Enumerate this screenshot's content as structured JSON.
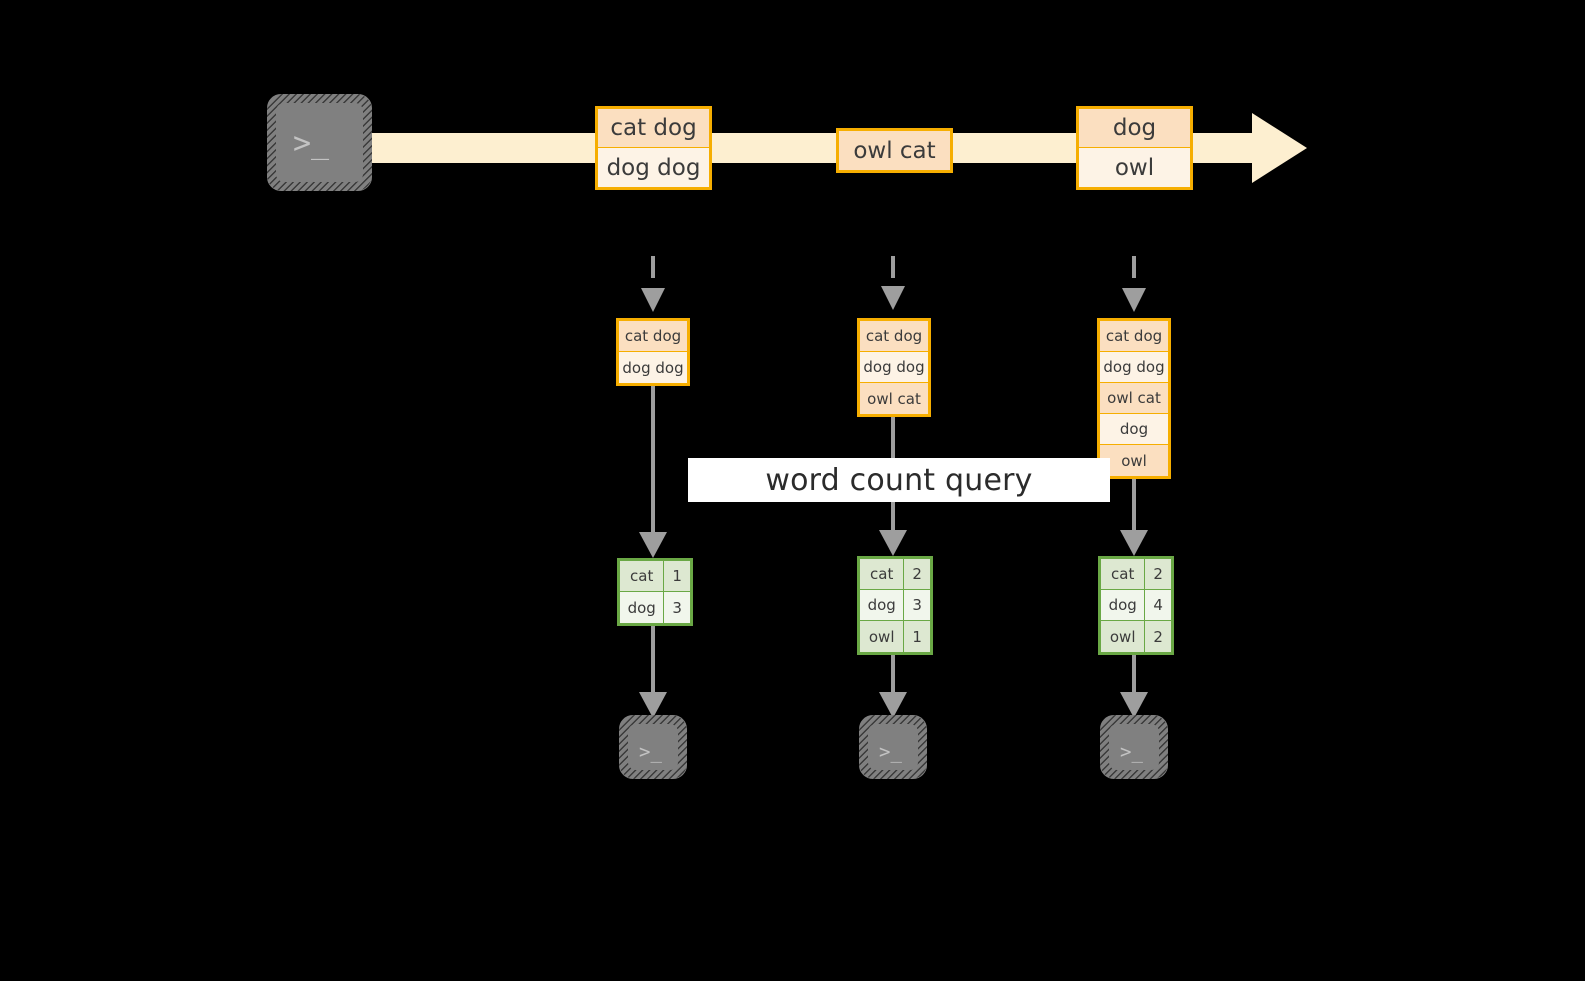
{
  "diagram": {
    "title_label": "word count query",
    "terminal_icon_glyph": ">_",
    "colors": {
      "stream_band": "#FDEFD0",
      "cell_border": "#F6AE00",
      "cell_fill_dark": "#FBDFC0",
      "cell_fill_light": "#FDF3E6",
      "result_border": "#6AA845",
      "result_fill_dark": "#DDE8D1",
      "result_fill_light": "#F1F6EC",
      "arrow_gray": "#9E9E9E",
      "terminal_gray": "#808080",
      "background": "#000000",
      "label_background": "#FFFFFF"
    }
  },
  "source": {
    "icon": "terminal-icon",
    "glyph": ">_"
  },
  "stream": {
    "events": [
      {
        "id": "event-group-1",
        "lines": [
          {
            "text": "cat dog",
            "shade": "dark"
          },
          {
            "text": "dog dog",
            "shade": "light"
          }
        ]
      },
      {
        "id": "event-group-2",
        "lines": [
          {
            "text": "owl cat",
            "shade": "dark"
          }
        ]
      },
      {
        "id": "event-group-3",
        "lines": [
          {
            "text": "dog",
            "shade": "dark"
          },
          {
            "text": "owl",
            "shade": "light"
          }
        ]
      }
    ]
  },
  "snapshots": [
    {
      "id": "snapshot-1",
      "lines": [
        {
          "text": "cat dog",
          "shade": "dark"
        },
        {
          "text": "dog dog",
          "shade": "light"
        }
      ],
      "result": {
        "rows": [
          {
            "word": "cat",
            "count": "1",
            "shade": "dark"
          },
          {
            "word": "dog",
            "count": "3",
            "shade": "light"
          }
        ]
      }
    },
    {
      "id": "snapshot-2",
      "lines": [
        {
          "text": "cat dog",
          "shade": "dark"
        },
        {
          "text": "dog dog",
          "shade": "light"
        },
        {
          "text": "owl cat",
          "shade": "dark"
        }
      ],
      "result": {
        "rows": [
          {
            "word": "cat",
            "count": "2",
            "shade": "dark"
          },
          {
            "word": "dog",
            "count": "3",
            "shade": "light"
          },
          {
            "word": "owl",
            "count": "1",
            "shade": "dark"
          }
        ]
      }
    },
    {
      "id": "snapshot-3",
      "lines": [
        {
          "text": "cat dog",
          "shade": "dark"
        },
        {
          "text": "dog dog",
          "shade": "light"
        },
        {
          "text": "owl cat",
          "shade": "dark"
        },
        {
          "text": "dog",
          "shade": "light"
        },
        {
          "text": "owl",
          "shade": "dark"
        }
      ],
      "result": {
        "rows": [
          {
            "word": "cat",
            "count": "2",
            "shade": "dark"
          },
          {
            "word": "dog",
            "count": "4",
            "shade": "light"
          },
          {
            "word": "owl",
            "count": "2",
            "shade": "dark"
          }
        ]
      }
    }
  ],
  "sinks": [
    {
      "id": "sink-1",
      "glyph": ">_"
    },
    {
      "id": "sink-2",
      "glyph": ">_"
    },
    {
      "id": "sink-3",
      "glyph": ">_"
    }
  ]
}
